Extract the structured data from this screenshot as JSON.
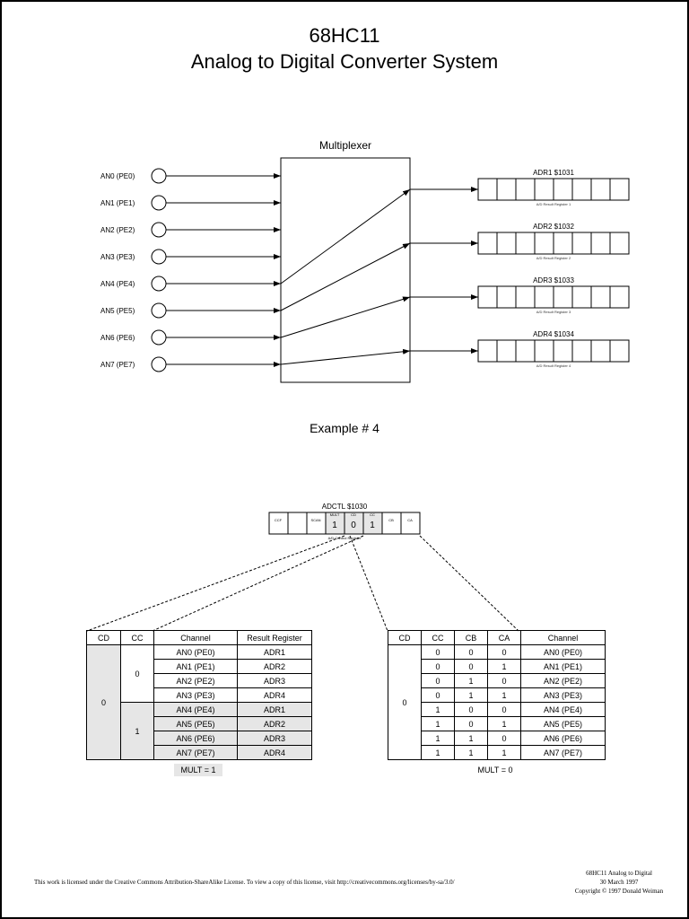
{
  "title": {
    "line1": "68HC11",
    "line2": "Analog to Digital Converter System"
  },
  "multiplexer": {
    "label": "Multiplexer"
  },
  "inputs": [
    "AN0   (PE0)",
    "AN1   (PE1)",
    "AN2   (PE2)",
    "AN3   (PE3)",
    "AN4   (PE4)",
    "AN5   (PE5)",
    "AN6   (PE6)",
    "AN7   (PE7)"
  ],
  "result_registers": [
    {
      "label": "ADR1  $1031",
      "sub": "A/D Result Register 1"
    },
    {
      "label": "ADR2  $1032",
      "sub": "A/D Result Register 2"
    },
    {
      "label": "ADR3  $1033",
      "sub": "A/D Result Register 3"
    },
    {
      "label": "ADR4  $1034",
      "sub": "A/D Result Register 4"
    }
  ],
  "example": "Example # 4",
  "adctl": {
    "label": "ADCTL  $1030",
    "sub": "A/D Control Register",
    "bits": [
      {
        "name": "CCF",
        "value": ""
      },
      {
        "name": "",
        "value": ""
      },
      {
        "name": "SCAN",
        "value": ""
      },
      {
        "name": "MULT",
        "value": "1"
      },
      {
        "name": "CD",
        "value": "0"
      },
      {
        "name": "CC",
        "value": "1"
      },
      {
        "name": "CB",
        "value": ""
      },
      {
        "name": "CA",
        "value": ""
      }
    ]
  },
  "table_mult1": {
    "headers": [
      "CD",
      "CC",
      "Channel",
      "Result Register"
    ],
    "cd": "0",
    "cc_groups": [
      "0",
      "1"
    ],
    "rows": [
      {
        "channel": "AN0   (PE0)",
        "register": "ADR1"
      },
      {
        "channel": "AN1   (PE1)",
        "register": "ADR2"
      },
      {
        "channel": "AN2   (PE2)",
        "register": "ADR3"
      },
      {
        "channel": "AN3   (PE3)",
        "register": "ADR4"
      },
      {
        "channel": "AN4   (PE4)",
        "register": "ADR1"
      },
      {
        "channel": "AN5   (PE5)",
        "register": "ADR2"
      },
      {
        "channel": "AN6   (PE6)",
        "register": "ADR3"
      },
      {
        "channel": "AN7   (PE7)",
        "register": "ADR4"
      }
    ],
    "caption": "MULT = 1"
  },
  "table_mult0": {
    "headers": [
      "CD",
      "CC",
      "CB",
      "CA",
      "Channel"
    ],
    "cd": "0",
    "rows": [
      {
        "cc": "0",
        "cb": "0",
        "ca": "0",
        "channel": "AN0   (PE0)"
      },
      {
        "cc": "0",
        "cb": "0",
        "ca": "1",
        "channel": "AN1   (PE1)"
      },
      {
        "cc": "0",
        "cb": "1",
        "ca": "0",
        "channel": "AN2   (PE2)"
      },
      {
        "cc": "0",
        "cb": "1",
        "ca": "1",
        "channel": "AN3   (PE3)"
      },
      {
        "cc": "1",
        "cb": "0",
        "ca": "0",
        "channel": "AN4   (PE4)"
      },
      {
        "cc": "1",
        "cb": "0",
        "ca": "1",
        "channel": "AN5   (PE5)"
      },
      {
        "cc": "1",
        "cb": "1",
        "ca": "0",
        "channel": "AN6   (PE6)"
      },
      {
        "cc": "1",
        "cb": "1",
        "ca": "1",
        "channel": "AN7   (PE7)"
      }
    ],
    "caption": "MULT = 0"
  },
  "license": "This work is licensed under the Creative Commons Attribution-ShareAlike License.  To view a copy of this license, visit  http://creativecommons.org/licenses/by-sa/3.0/",
  "footer": {
    "line1": "68HC11 Analog to Digital",
    "line2": "30 March 1997",
    "line3": "Copyright © 1997 Donald Weiman"
  }
}
